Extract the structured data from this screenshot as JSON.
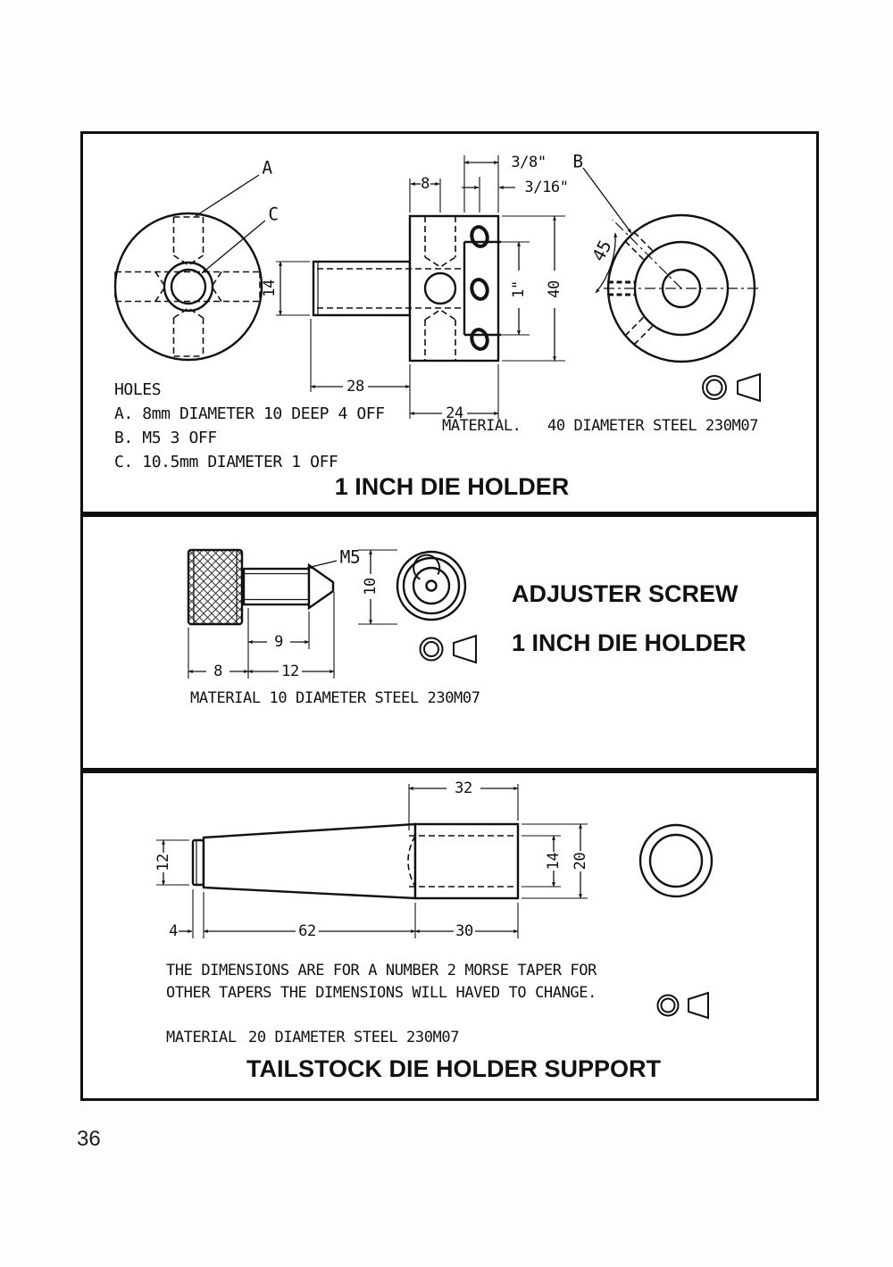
{
  "page": {
    "number": "36"
  },
  "s1": {
    "leaders": {
      "a": "A",
      "b": "B",
      "c": "C"
    },
    "dims": {
      "d8": "8",
      "d38": "3/8\"",
      "d316": "3/16\"",
      "d14": "14",
      "d28": "28",
      "d24": "24",
      "d40": "40",
      "d1in": "1\"",
      "d45": "45"
    },
    "holes": {
      "title": "HOLES",
      "a": "A. 8mm DIAMETER 10 DEEP 4 OFF",
      "b": "B. M5 3 OFF",
      "c": "C. 10.5mm DIAMETER 1 OFF"
    },
    "material_label": "MATERIAL.",
    "material_value": "40 DIAMETER STEEL 230M07",
    "title": "1 INCH DIE HOLDER"
  },
  "s2": {
    "dims": {
      "m5": "M5",
      "d10": "10",
      "d9": "9",
      "d8": "8",
      "d12": "12"
    },
    "material": "MATERIAL 10 DIAMETER STEEL 230M07",
    "title_line1": "ADJUSTER SCREW",
    "title_line2": "1 INCH DIE HOLDER"
  },
  "s3": {
    "dims": {
      "d32": "32",
      "d12": "12",
      "d14": "14",
      "d20": "20",
      "d4": "4",
      "d62": "62",
      "d30": "30"
    },
    "note1": "THE DIMENSIONS ARE FOR A NUMBER 2 MORSE TAPER FOR",
    "note2": "OTHER TAPERS THE DIMENSIONS WILL HAVED TO CHANGE.",
    "material_label": "MATERIAL",
    "material_value": "20 DIAMETER STEEL 230M07",
    "title": "TAILSTOCK DIE HOLDER SUPPORT"
  }
}
